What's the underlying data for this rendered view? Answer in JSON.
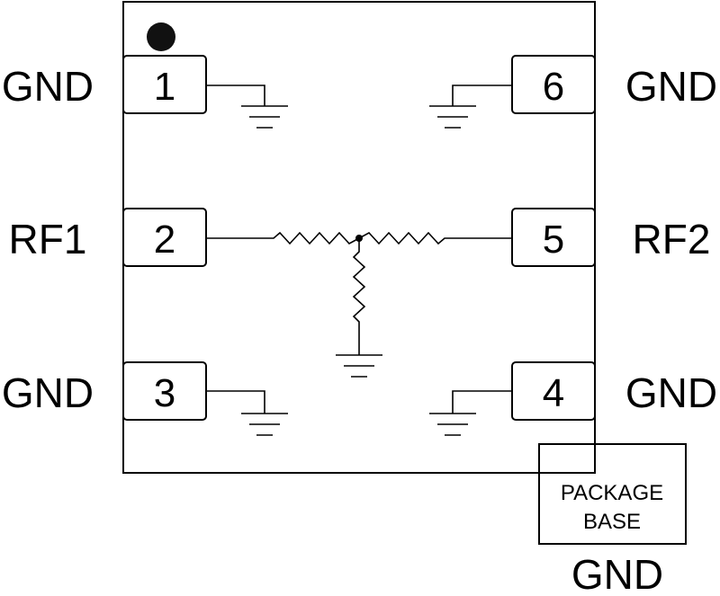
{
  "pins": [
    {
      "number": "1",
      "label": "GND"
    },
    {
      "number": "2",
      "label": "RF1"
    },
    {
      "number": "3",
      "label": "GND"
    },
    {
      "number": "4",
      "label": "GND"
    },
    {
      "number": "5",
      "label": "RF2"
    },
    {
      "number": "6",
      "label": "GND"
    }
  ],
  "package": {
    "line1": "PACKAGE",
    "line2": "BASE",
    "label": "GND"
  }
}
